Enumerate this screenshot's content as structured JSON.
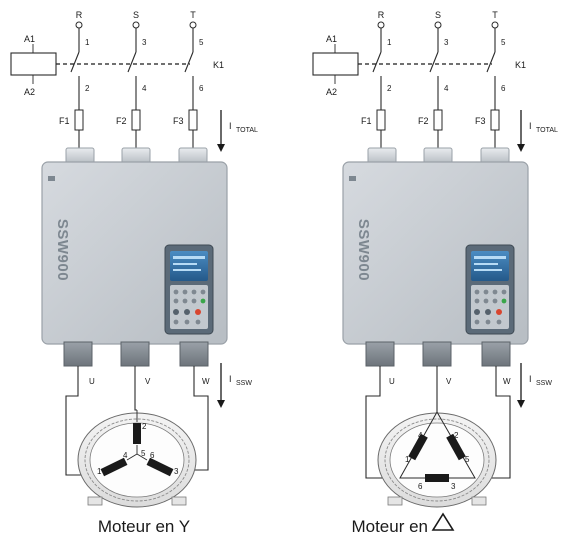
{
  "left": {
    "phases": [
      "R",
      "S",
      "T"
    ],
    "terminals_top": [
      "1",
      "3",
      "5"
    ],
    "terminals_bottom": [
      "2",
      "4",
      "6"
    ],
    "coil_top": "A1",
    "coil_bottom": "A2",
    "contactor": "K1",
    "fuses": [
      "F1",
      "F2",
      "F3"
    ],
    "current_in_main": "I",
    "current_in_sub": "TOTAL",
    "softstarter_brand": "SSW900",
    "outputs": [
      "U",
      "V",
      "W"
    ],
    "current_out_main": "I",
    "current_out_sub": "SSW",
    "winding_labels": [
      "1",
      "2",
      "3",
      "4",
      "5",
      "6"
    ],
    "caption": "Moteur en Y"
  },
  "right": {
    "phases": [
      "R",
      "S",
      "T"
    ],
    "terminals_top": [
      "1",
      "3",
      "5"
    ],
    "terminals_bottom": [
      "2",
      "4",
      "6"
    ],
    "coil_top": "A1",
    "coil_bottom": "A2",
    "contactor": "K1",
    "fuses": [
      "F1",
      "F2",
      "F3"
    ],
    "current_in_main": "I",
    "current_in_sub": "TOTAL",
    "softstarter_brand": "SSW900",
    "outputs": [
      "U",
      "V",
      "W"
    ],
    "current_out_main": "I",
    "current_out_sub": "SSW",
    "winding_labels": [
      "1",
      "2",
      "3",
      "4",
      "5",
      "6"
    ],
    "caption": "Moteur en",
    "caption_symbol": "triangle"
  },
  "colors": {
    "unit_body": "#c9ced3",
    "unit_border": "#9aa1a8",
    "terminal_block": "#8e959c",
    "hmi_screen": "#2f6fa6",
    "line": "#2a2a2a"
  }
}
